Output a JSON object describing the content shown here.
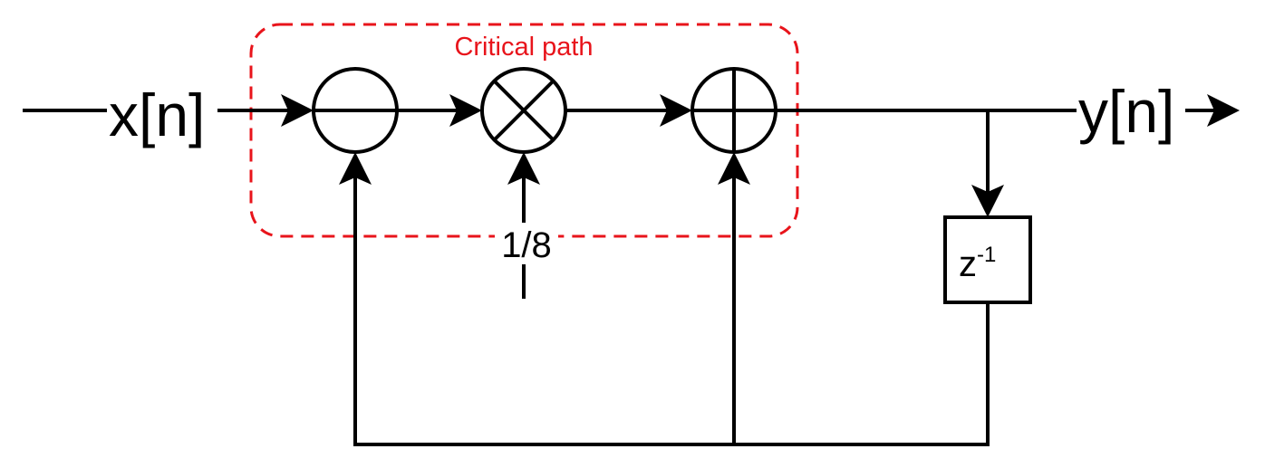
{
  "critical_path": {
    "label": "Critical path",
    "color": "#e8141b"
  },
  "signals": {
    "input": "x[n]",
    "output": "y[n]"
  },
  "coefficient": "1/8",
  "delay": {
    "base": "z",
    "exponent": "-1"
  },
  "blocks": {
    "subtractor": "subtract-node",
    "multiplier": "multiply-node",
    "adder": "add-node"
  },
  "colors": {
    "line": "#000000",
    "background": "#ffffff"
  }
}
